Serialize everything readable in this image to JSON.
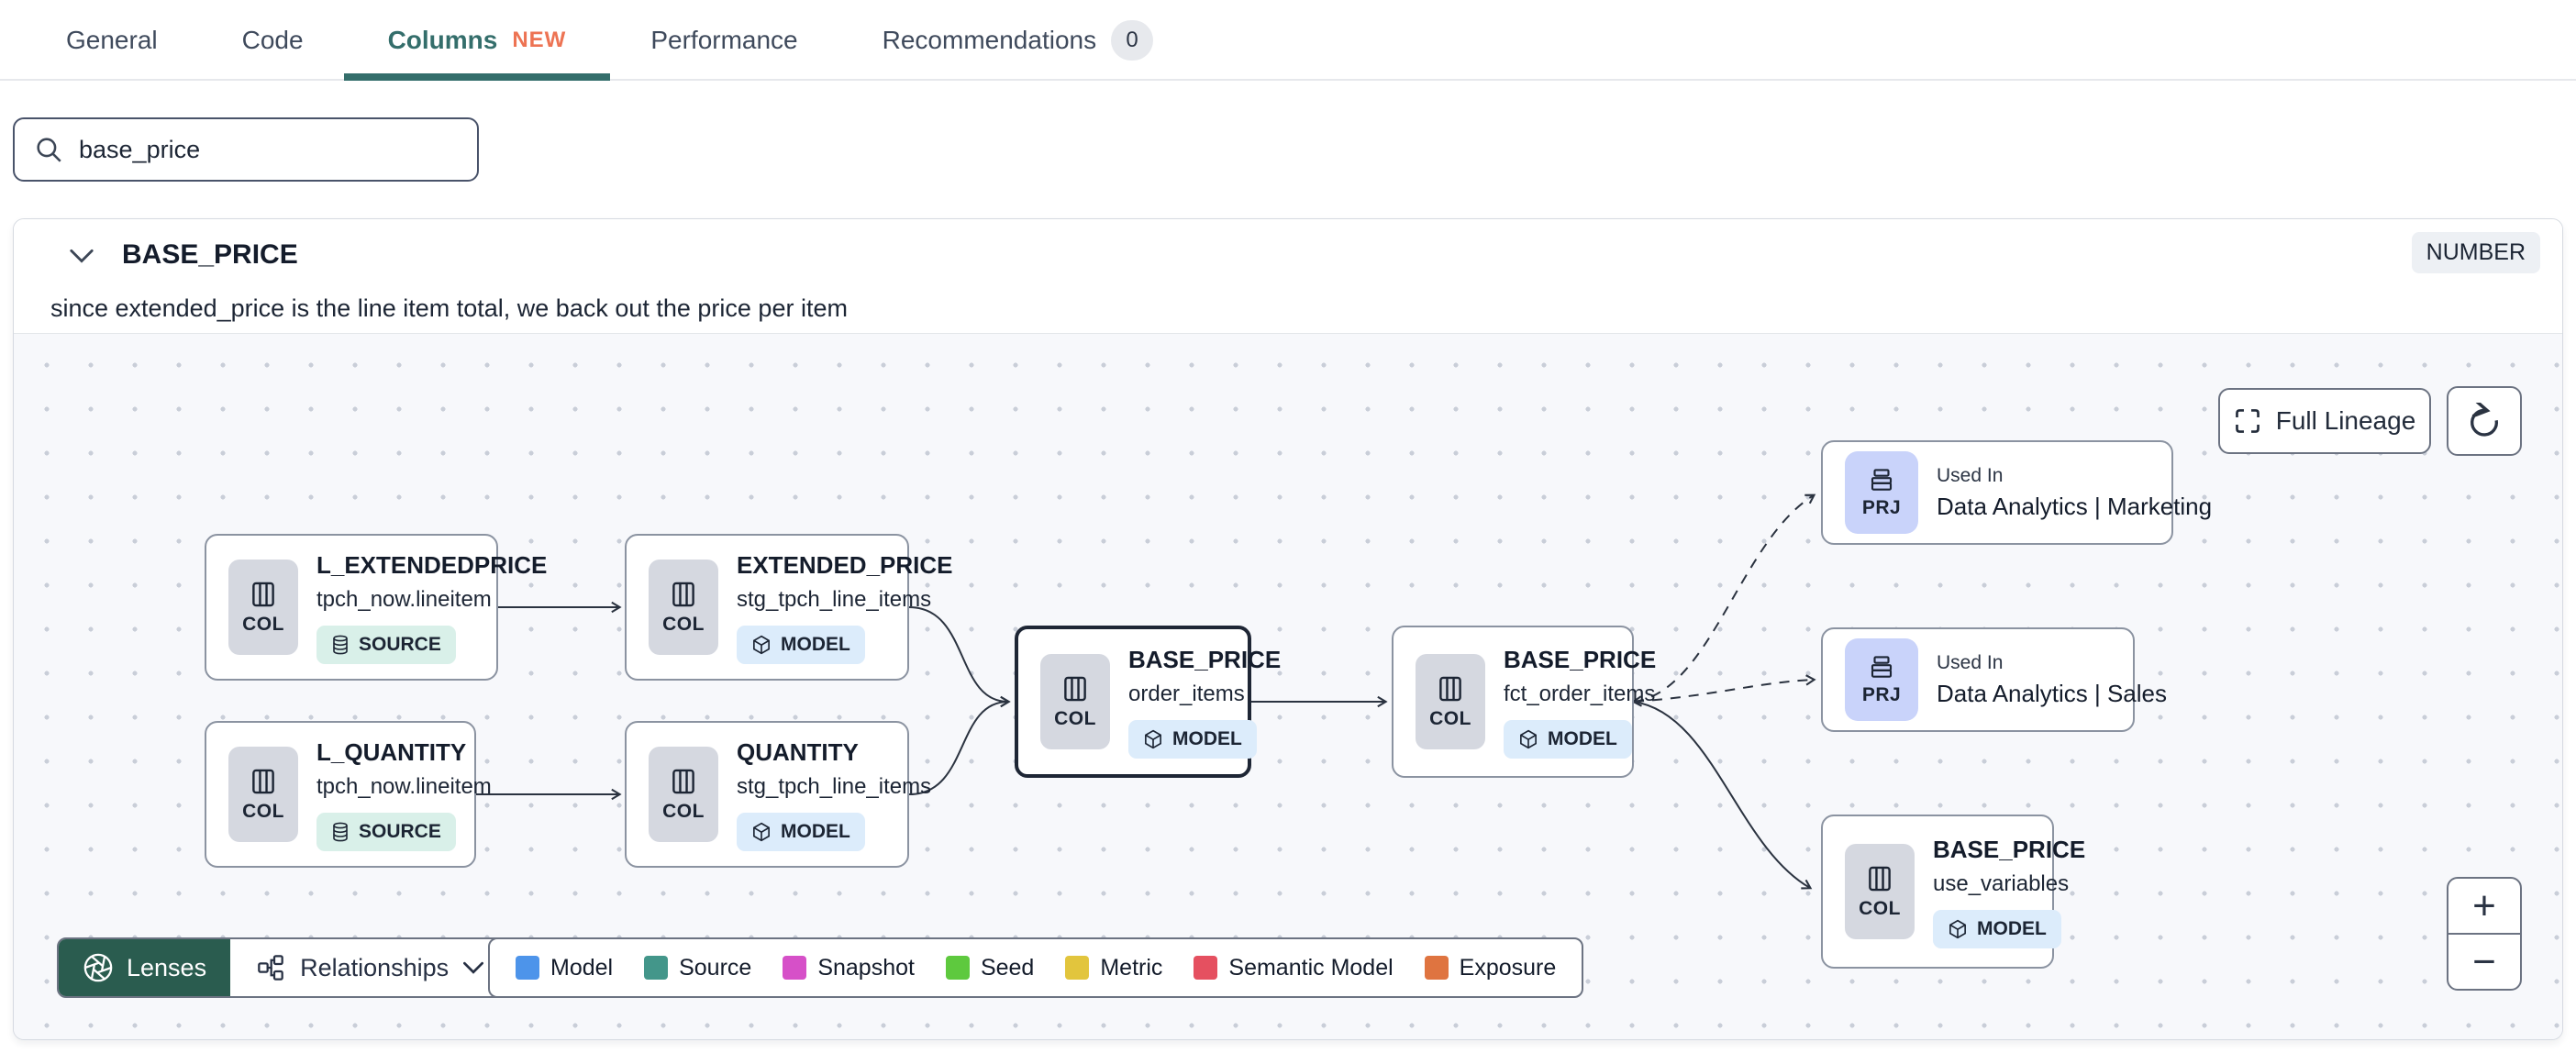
{
  "tabs": {
    "general": "General",
    "code": "Code",
    "columns": "Columns",
    "columns_badge": "NEW",
    "performance": "Performance",
    "recommendations": "Recommendations",
    "recommendations_count": "0"
  },
  "search": {
    "value": "base_price"
  },
  "panel": {
    "title": "BASE_PRICE",
    "type_badge": "NUMBER",
    "description": "since extended_price is the line item total, we back out the price per item"
  },
  "lineage": {
    "full_lineage_label": "Full Lineage",
    "zoom_in": "+",
    "zoom_out": "−",
    "nodes": [
      {
        "badge": "COL",
        "title": "L_EXTENDEDPRICE",
        "subtitle": "tpch_now.lineitem",
        "resource": "SOURCE"
      },
      {
        "badge": "COL",
        "title": "EXTENDED_PRICE",
        "subtitle": "stg_tpch_line_items",
        "resource": "MODEL"
      },
      {
        "badge": "COL",
        "title": "L_QUANTITY",
        "subtitle": "tpch_now.lineitem",
        "resource": "SOURCE"
      },
      {
        "badge": "COL",
        "title": "QUANTITY",
        "subtitle": "stg_tpch_line_items",
        "resource": "MODEL"
      },
      {
        "badge": "COL",
        "title": "BASE_PRICE",
        "subtitle": "order_items",
        "resource": "MODEL",
        "selected": true
      },
      {
        "badge": "COL",
        "title": "BASE_PRICE",
        "subtitle": "fct_order_items",
        "resource": "MODEL"
      },
      {
        "badge": "PRJ",
        "label": "Used In",
        "title": "Data Analytics | Marketing"
      },
      {
        "badge": "PRJ",
        "label": "Used In",
        "title": "Data Analytics | Sales"
      },
      {
        "badge": "COL",
        "title": "BASE_PRICE",
        "subtitle": "use_variables",
        "resource": "MODEL"
      }
    ],
    "footer": {
      "lenses": "Lenses",
      "relationships": "Relationships"
    },
    "legend": [
      {
        "label": "Model",
        "color": "#4d94ea"
      },
      {
        "label": "Source",
        "color": "#43968a"
      },
      {
        "label": "Snapshot",
        "color": "#d650c8"
      },
      {
        "label": "Seed",
        "color": "#5ec93e"
      },
      {
        "label": "Metric",
        "color": "#e2c53d"
      },
      {
        "label": "Semantic Model",
        "color": "#e55060"
      },
      {
        "label": "Exposure",
        "color": "#df7440"
      }
    ]
  }
}
